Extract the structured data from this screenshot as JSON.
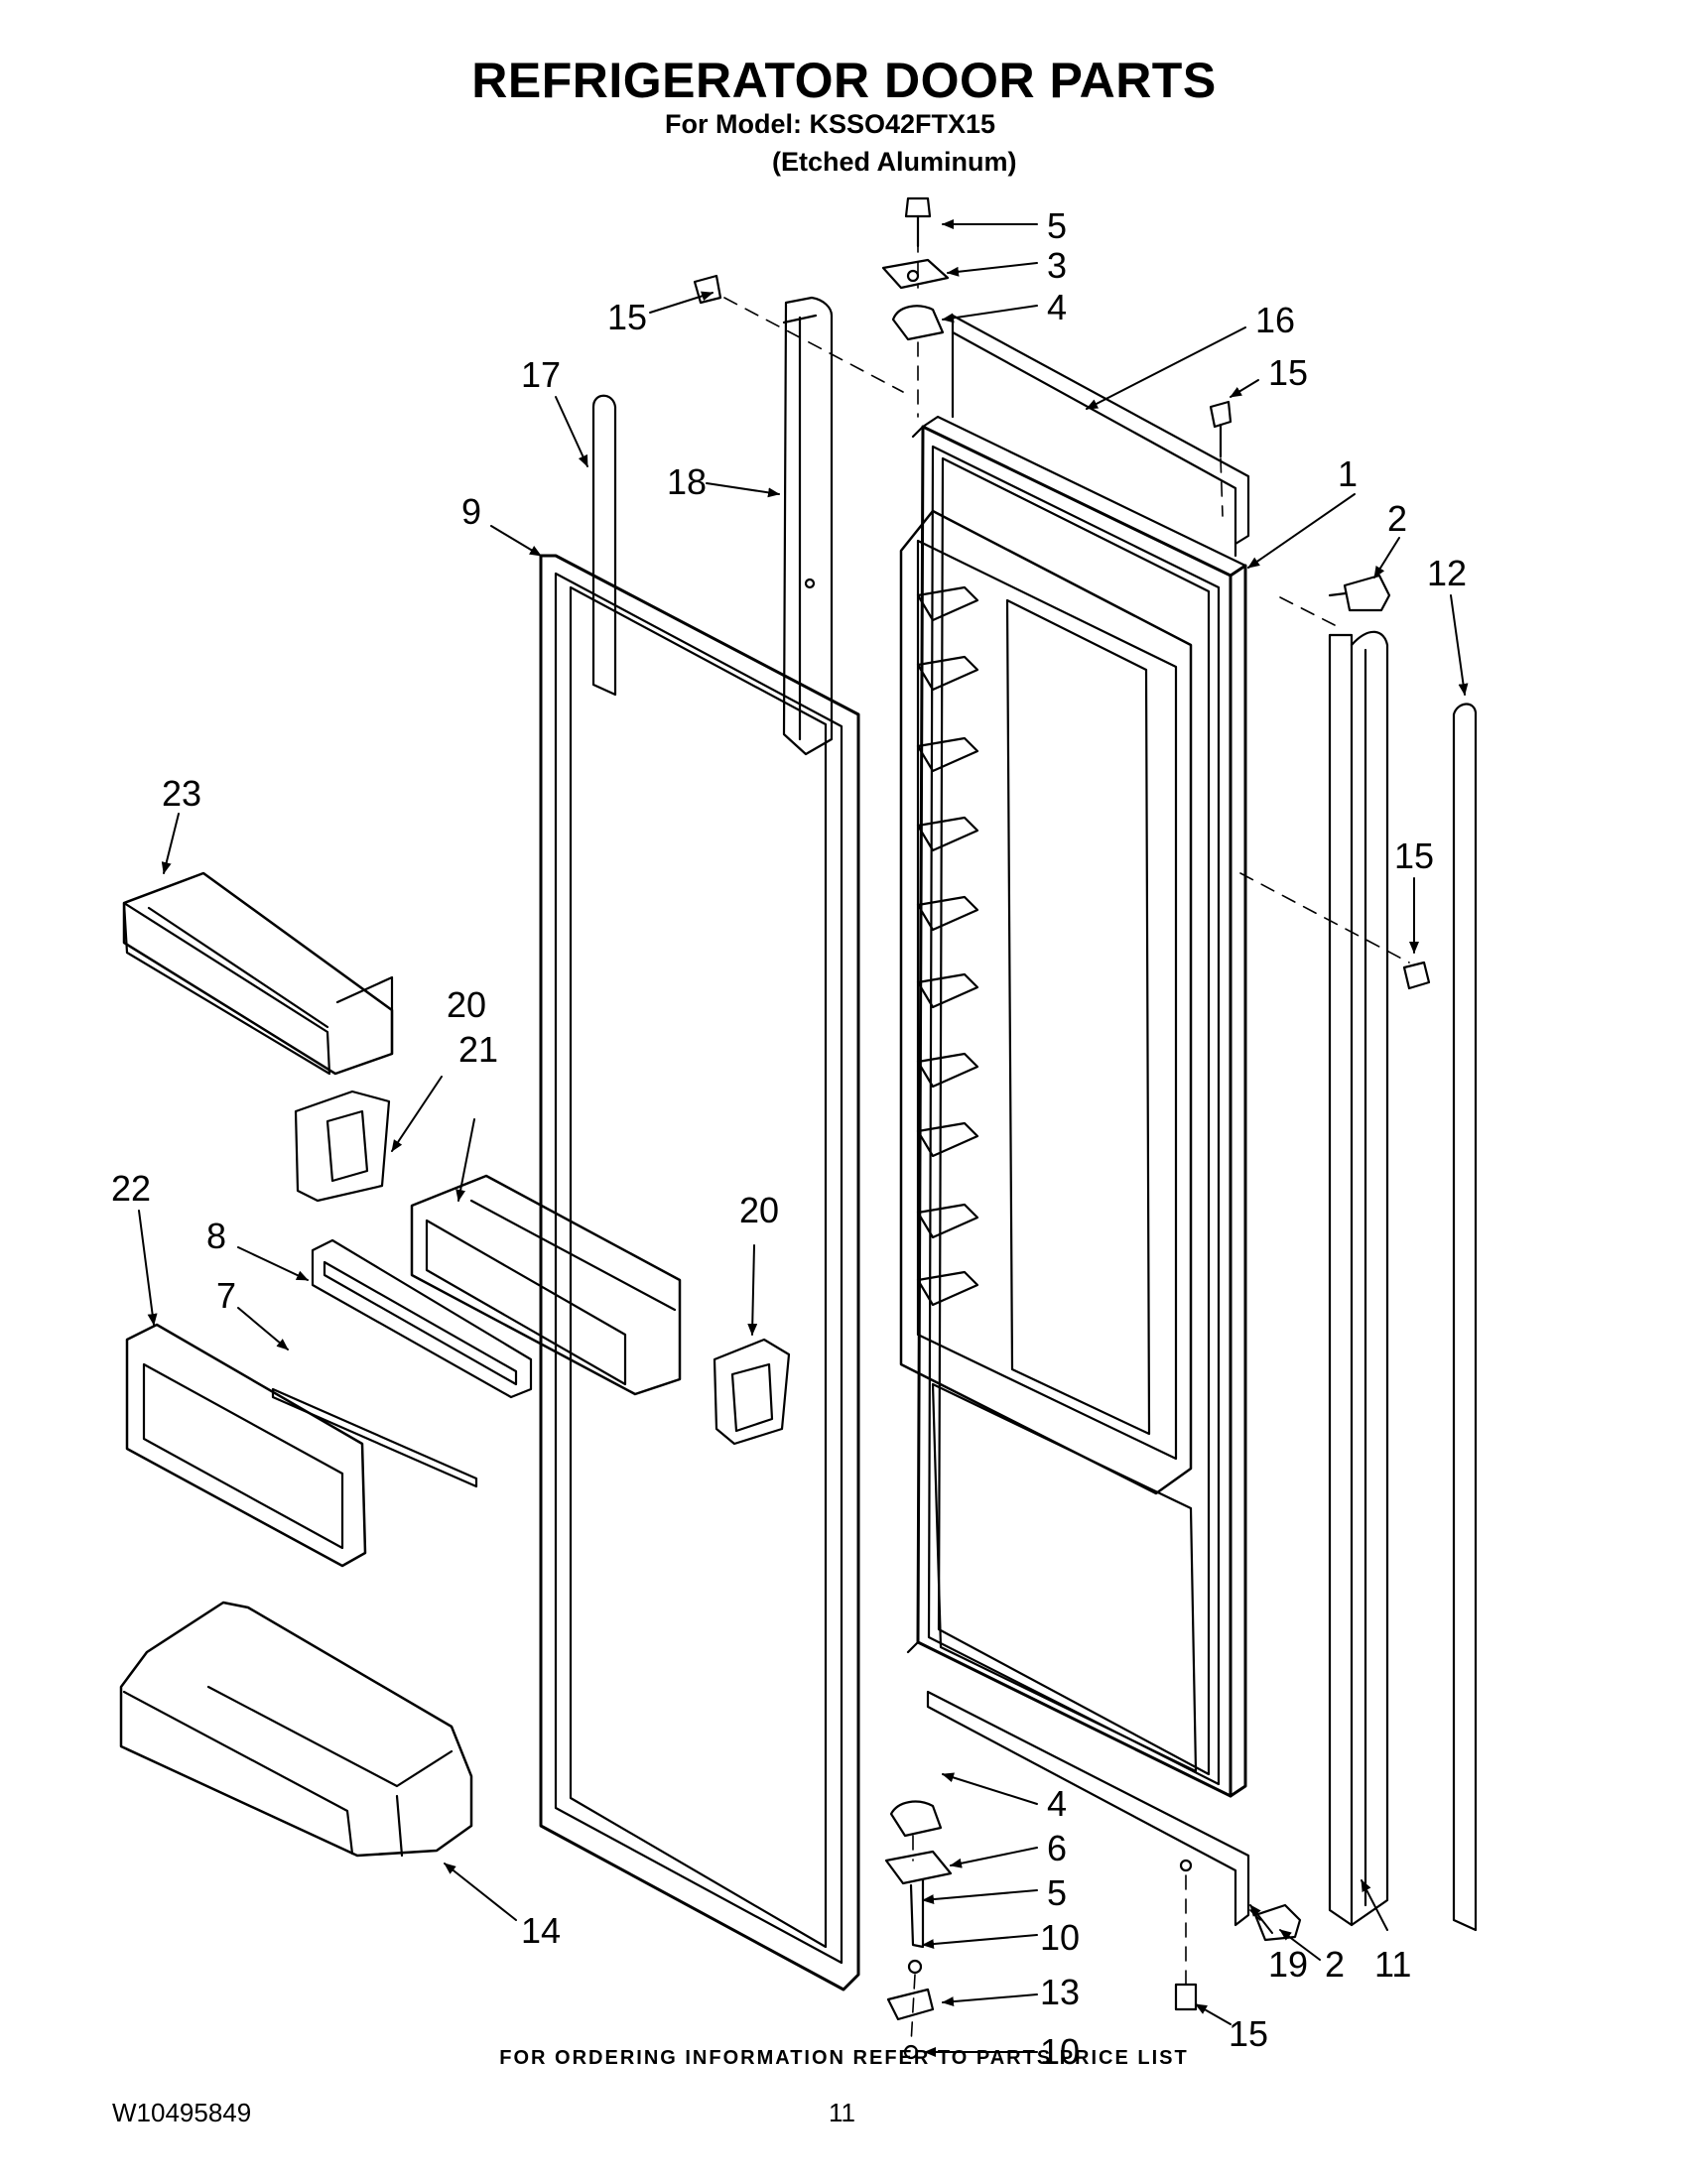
{
  "header": {
    "title": "REFRIGERATOR DOOR PARTS",
    "model_line": "For Model: KSSO42FTX15",
    "finish_line": "(Etched Aluminum)"
  },
  "callouts": [
    "5",
    "3",
    "4",
    "15",
    "16",
    "15",
    "17",
    "18",
    "1",
    "9",
    "2",
    "12",
    "23",
    "15",
    "20",
    "21",
    "22",
    "8",
    "20",
    "7",
    "4",
    "6",
    "5",
    "10",
    "13",
    "10",
    "14",
    "19",
    "2",
    "11",
    "15"
  ],
  "footer": {
    "ordering_note": "FOR ORDERING INFORMATION REFER TO PARTS PRICE LIST",
    "document_number": "W10495849",
    "page_number": "11"
  }
}
